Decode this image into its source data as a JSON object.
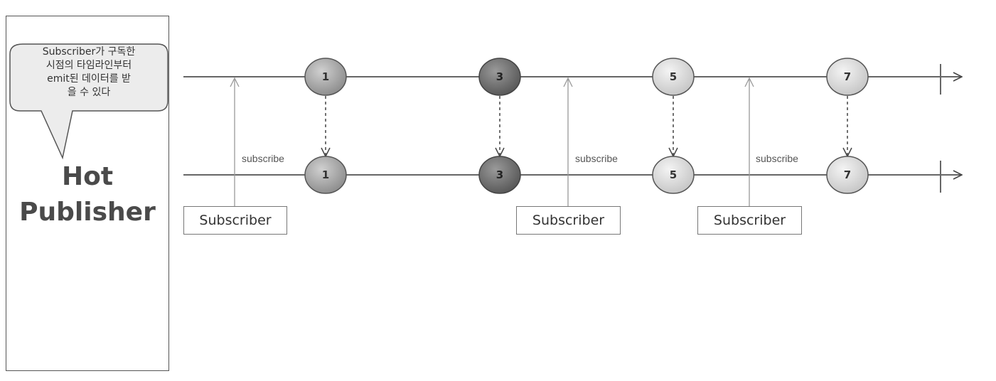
{
  "title_line1": "Hot",
  "title_line2": "Publisher",
  "bubble_lines": [
    "Subscriber가  구독한",
    "시점의 타임라인부터",
    "emit된 데이터를 받",
    "을 수 있다"
  ],
  "upper_marbles": [
    "1",
    "3",
    "5",
    "7"
  ],
  "lower_marbles": [
    "1",
    "3",
    "5",
    "7"
  ],
  "subscribe_label": "subscribe",
  "subscriber_label": "Subscriber",
  "colors": {
    "marble_dark": "#6e6e6e",
    "marble_mid": "#a8a8a8",
    "marble_light": "#dcdcdc",
    "line": "#666666",
    "arrow_light": "#9a9a9a"
  }
}
